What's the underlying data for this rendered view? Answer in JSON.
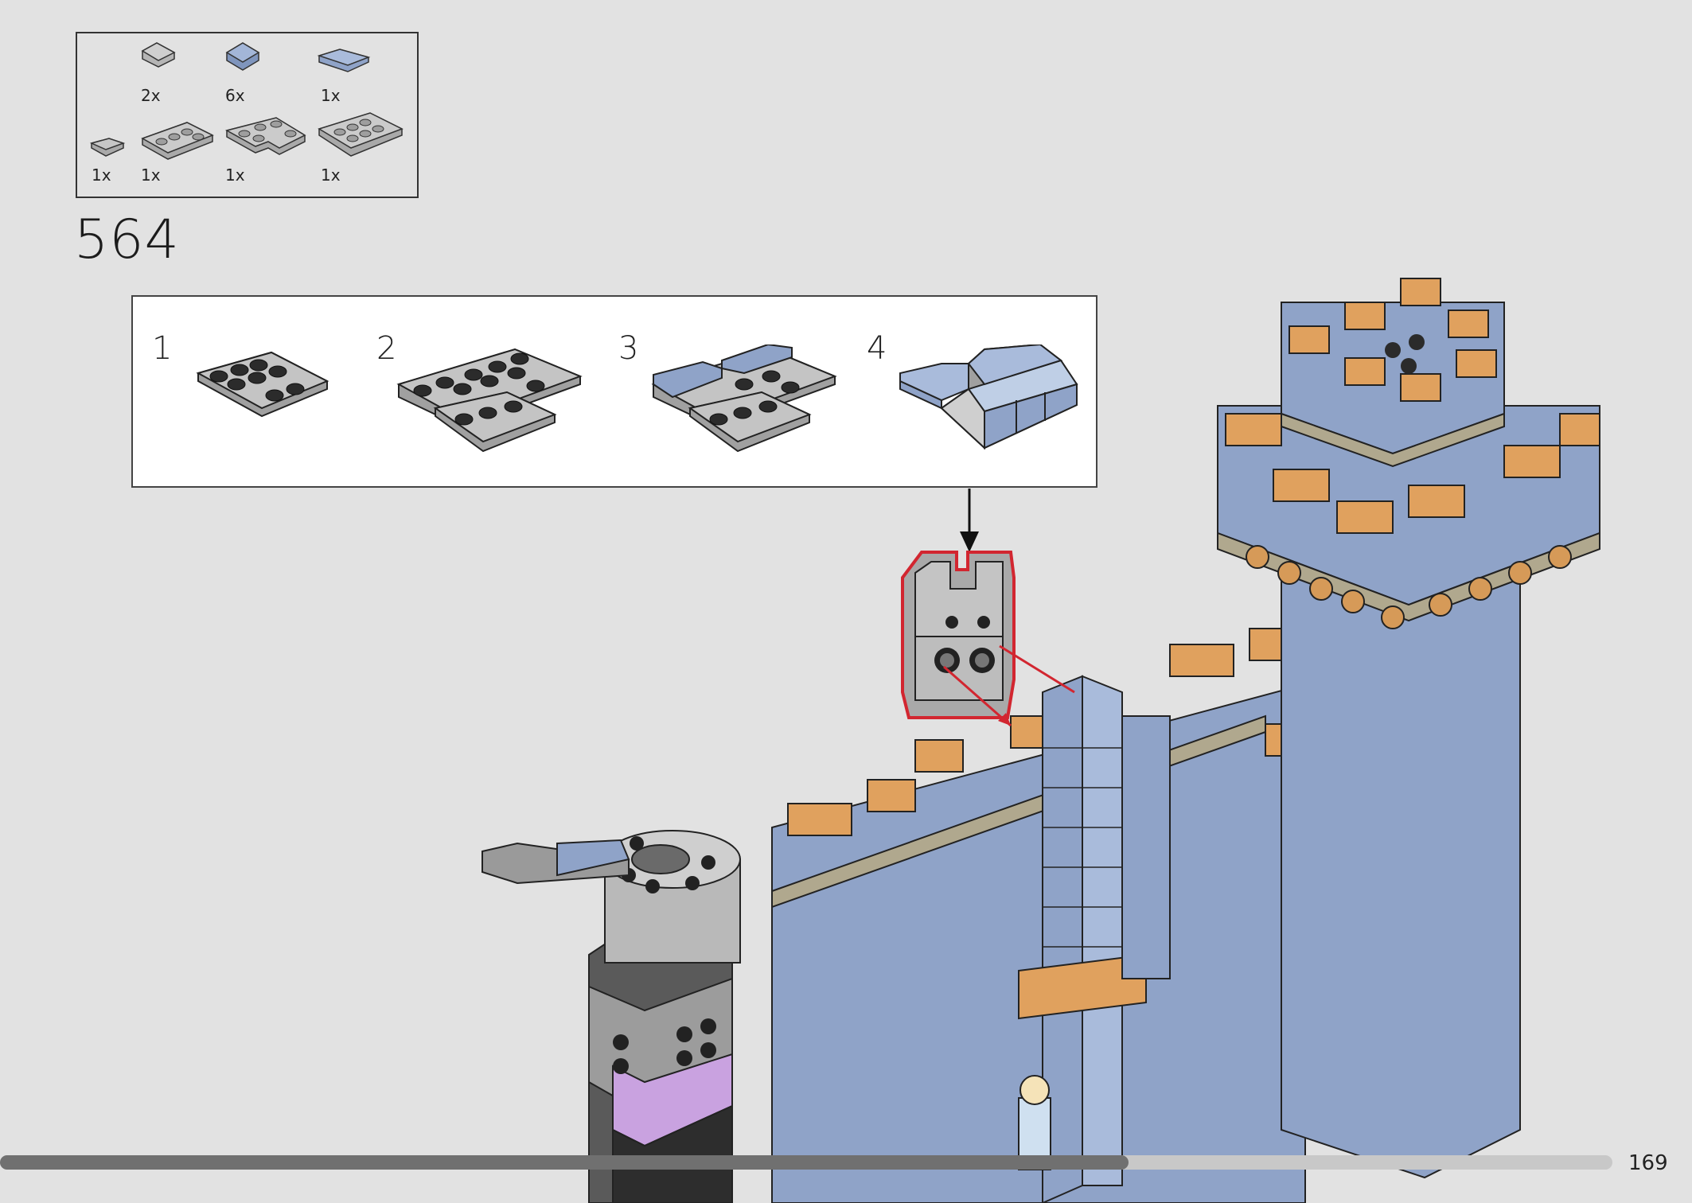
{
  "parts_list": {
    "items": [
      {
        "qty": "2x",
        "icon": "light-gray-slope-1x2-icon",
        "color": "#a9a9a9"
      },
      {
        "qty": "6x",
        "icon": "sand-blue-slope-1x2-icon",
        "color": "#8fa3c8"
      },
      {
        "qty": "1x",
        "icon": "sand-blue-tile-1x4-icon",
        "color": "#8fa3c8"
      },
      {
        "qty": "1x",
        "icon": "light-gray-tile-1x1-icon",
        "color": "#a9a9a9"
      },
      {
        "qty": "1x",
        "icon": "light-gray-plate-1x4-icon",
        "color": "#a9a9a9"
      },
      {
        "qty": "1x",
        "icon": "light-gray-plate-2x4-notched-icon",
        "color": "#a9a9a9"
      },
      {
        "qty": "1x",
        "icon": "light-gray-plate-2x4-icon",
        "color": "#a9a9a9"
      }
    ]
  },
  "step": {
    "number": "564"
  },
  "substeps": [
    {
      "number": "1",
      "icon": "plate-assembly-stage-1-icon"
    },
    {
      "number": "2",
      "icon": "plate-assembly-stage-2-icon"
    },
    {
      "number": "3",
      "icon": "plate-assembly-stage-3-icon"
    },
    {
      "number": "4",
      "icon": "plate-assembly-stage-4-icon"
    }
  ],
  "colors": {
    "background": "#e2e2e2",
    "sand_blue": "#8fa3c8",
    "light_gray": "#a9a9a9",
    "dark_gray": "#595959",
    "tan_orange": "#e0a15e",
    "callout_red": "#d22630",
    "lavender": "#c9a2e0"
  },
  "progress": {
    "fraction": 0.7
  },
  "page": {
    "number": "169"
  }
}
